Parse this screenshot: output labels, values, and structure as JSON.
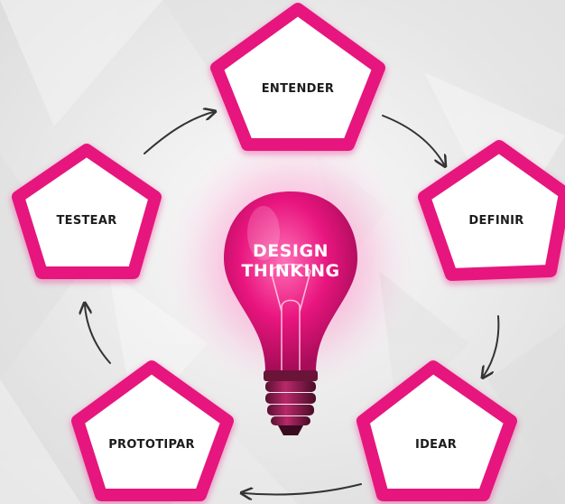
{
  "diagram": {
    "center_title": {
      "line1": "DESIGN",
      "line2": "THINKING"
    },
    "stages": [
      {
        "id": "entender",
        "label": "ENTENDER"
      },
      {
        "id": "definir",
        "label": "DEFINIR"
      },
      {
        "id": "idear",
        "label": "IDEAR"
      },
      {
        "id": "prototipar",
        "label": "PROTOTIPAR"
      },
      {
        "id": "testear",
        "label": "TESTEAR"
      }
    ],
    "flow": "clockwise"
  },
  "colors": {
    "accent": "#e6177e",
    "accent_light": "#ff5fb0",
    "background": "#ececec",
    "text": "#1b1b1b",
    "arrow": "#333333"
  }
}
